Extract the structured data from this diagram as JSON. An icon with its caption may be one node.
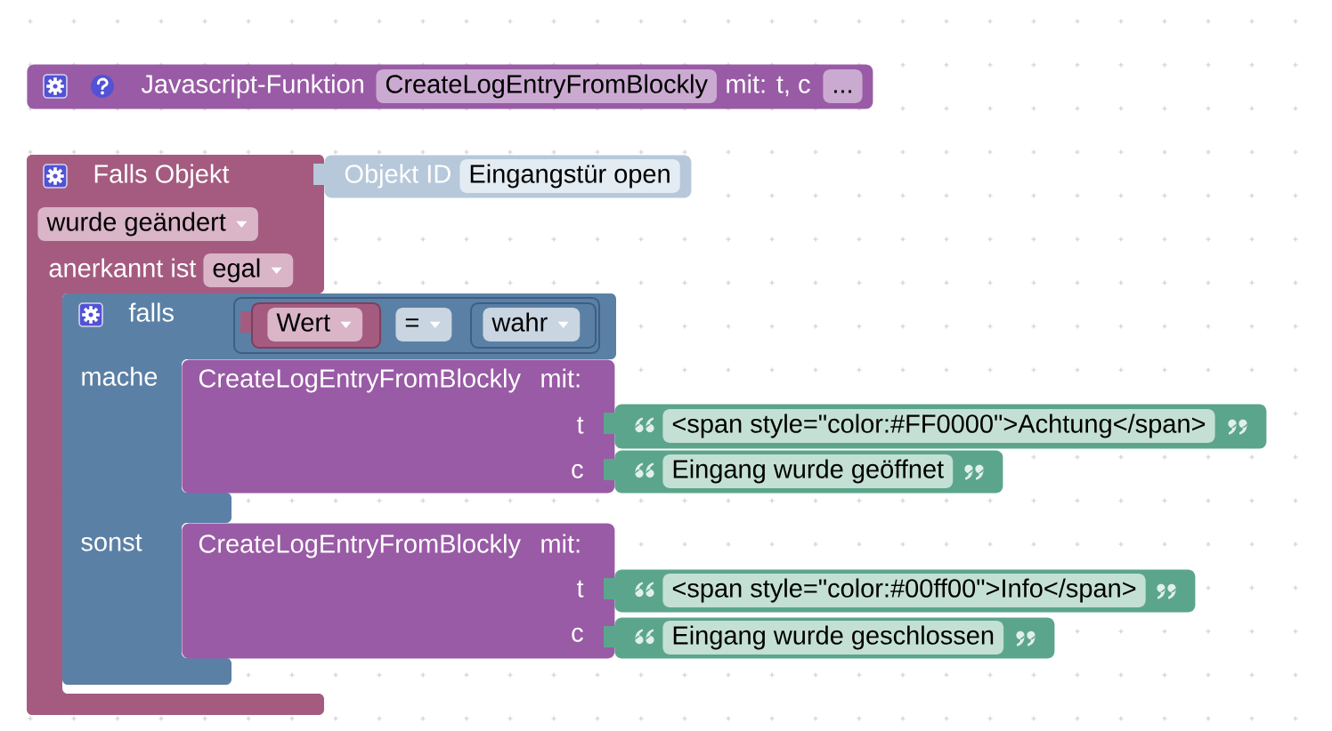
{
  "diagram": {
    "nodes": [
      {
        "text": [
          "Javascript-Funktion",
          "CreateLogEntryFromBlockly",
          "mit: t, c",
          "..."
        ]
      },
      {
        "text": [
          "Falls Objekt",
          "wurde geändert",
          "anerkannt ist",
          "egal"
        ]
      },
      {
        "text": [
          "Objekt ID",
          "Eingangstür open"
        ]
      },
      {
        "text": [
          "falls",
          "mache",
          "sonst"
        ]
      },
      {
        "text": [
          "="
        ],
        "in": 3
      },
      {
        "text": [
          "Wert"
        ],
        "in": 4
      },
      {
        "text": [
          "wahr"
        ],
        "in": 4
      },
      {
        "text": [
          "CreateLogEntryFromBlockly",
          "mit:",
          "t",
          "c"
        ],
        "in": 3
      },
      {
        "text": [
          "<span style=\"color:#FF0000\">Achtung</span>"
        ]
      },
      {
        "text": [
          "Eingang wurde geöffnet"
        ]
      },
      {
        "text": [
          "CreateLogEntryFromBlockly",
          "mit:",
          "t",
          "c"
        ],
        "in": 3
      },
      {
        "text": [
          "<span style=\"color:#00ff00\">Info</span>"
        ]
      },
      {
        "text": [
          "Eingang wurde geschlossen"
        ]
      }
    ]
  }
}
